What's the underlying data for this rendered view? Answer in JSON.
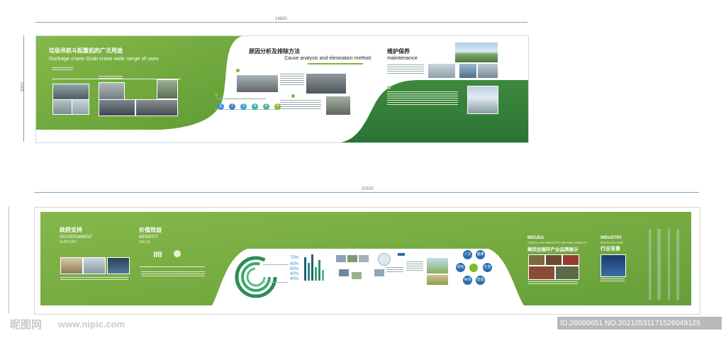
{
  "top_panel": {
    "width_dim": "14650",
    "height_dim": "3000",
    "section1": {
      "title_cn": "垃圾吊抓斗起重机的广泛用途",
      "title_en": "Garbage crane Grab crane wide range of uses"
    },
    "section2": {
      "title_cn": "原因分析及排除方法",
      "title_en": "Cause analysis and elimination method",
      "steps": [
        "1",
        "2",
        "3",
        "4",
        "5",
        "6"
      ]
    },
    "section3": {
      "title_cn": "维护保养",
      "title_en": "maintenance"
    }
  },
  "bottom_panel": {
    "width_dim": "20150",
    "section_gov": {
      "title_cn": "政府支持",
      "title_en1": "GOVERNMENT",
      "title_en2": "SUPPORT"
    },
    "section_value": {
      "title_cn": "价值效益",
      "title_en1": "BENEFIT",
      "title_en2": "VALUE"
    },
    "percentages": [
      "70%",
      "40%",
      "60%",
      "40%",
      "40%"
    ],
    "hex_labels": [
      "人文",
      "健康",
      "绿色",
      "生态",
      "休闲",
      "智能"
    ],
    "section_brand": {
      "title_en1": "MIZUDA",
      "title_en2": "CIRCULAR INDUSTRY BRAND DISPLAY",
      "title_cn": "美欣达循环产业品牌展示"
    },
    "section_industry": {
      "title_en1": "INDUSTRY",
      "title_en2": "BACKGROUND",
      "title_cn": "行业背景"
    }
  },
  "watermark": {
    "logo": "昵图网",
    "url": "www.nipic.com",
    "id_text": "ID:28000651 NO:20210531171526049125"
  },
  "colors": {
    "green": "#6fa83a",
    "dark_green": "#2f7d35",
    "accent": "#7cbb2b"
  }
}
